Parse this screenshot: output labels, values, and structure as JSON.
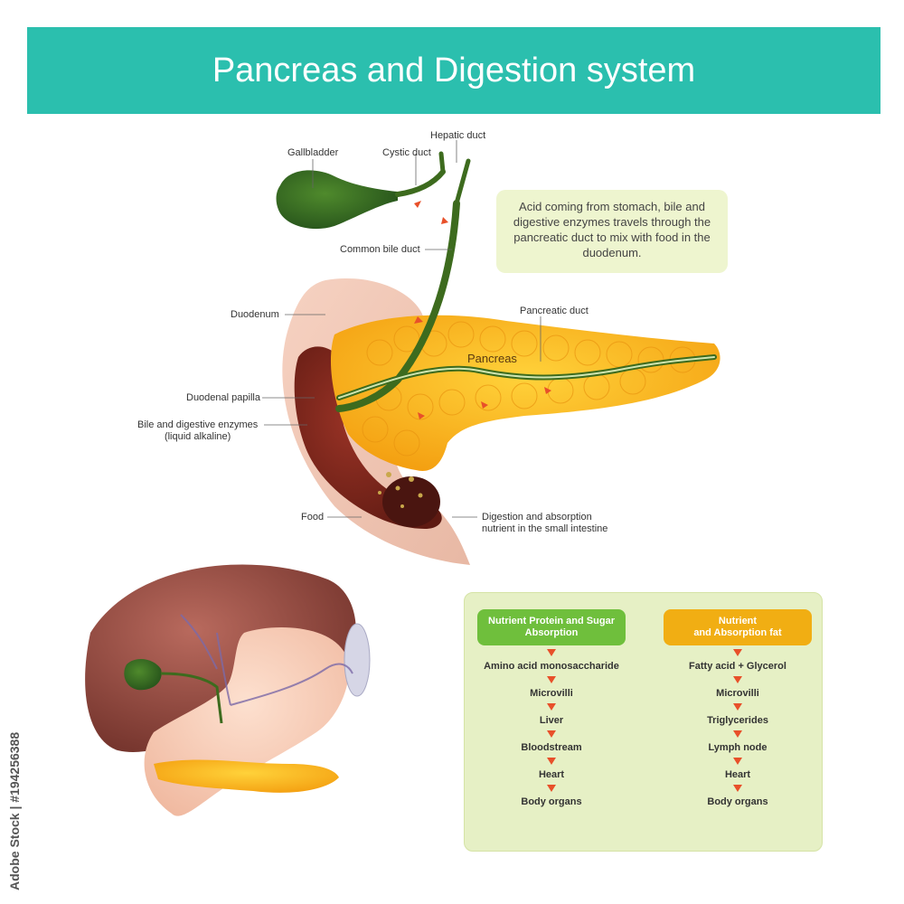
{
  "title": "Pancreas and Digestion system",
  "callout_text": "Acid coming from stomach, bile and digestive enzymes travels through the pancreatic duct to mix with food in the duodenum.",
  "labels": {
    "hepatic_duct": "Hepatic duct",
    "gallbladder": "Gallbladder",
    "cystic_duct": "Cystic duct",
    "common_bile_duct": "Common bile duct",
    "duodenum": "Duodenum",
    "pancreatic_duct": "Pancreatic duct",
    "pancreas": "Pancreas",
    "duodenal_papilla": "Duodenal papilla",
    "bile_enzymes_line1": "Bile and digestive enzymes",
    "bile_enzymes_line2": "(liquid alkaline)",
    "food": "Food",
    "digestion_line1": "Digestion and absorption",
    "digestion_line2": "nutrient in the small intestine"
  },
  "panel": {
    "left": {
      "header": "Nutrient Protein and Sugar Absorption",
      "steps": [
        "Amino acid monosaccharide",
        "Microvilli",
        "Liver",
        "Bloodstream",
        "Heart",
        "Body organs"
      ]
    },
    "right": {
      "header_line1": "Nutrient",
      "header_line2": "and Absorption fat",
      "steps": [
        "Fatty acid + Glycerol",
        "Microvilli",
        "Triglycerides",
        "Lymph node",
        "Heart",
        "Body organs"
      ]
    }
  },
  "side_credit": "Adobe Stock | #194256388",
  "colors": {
    "header": "#2bbfae",
    "callout_bg": "#eef5cf",
    "panel_bg": "#e6f0c5",
    "pill_green": "#6fbf3c",
    "pill_orange": "#f1ae13",
    "arrow_red": "#e8502a",
    "pancreas": "#f7b51a",
    "duct_green": "#3d6b1e",
    "gallbladder": "#2f6b1c"
  }
}
